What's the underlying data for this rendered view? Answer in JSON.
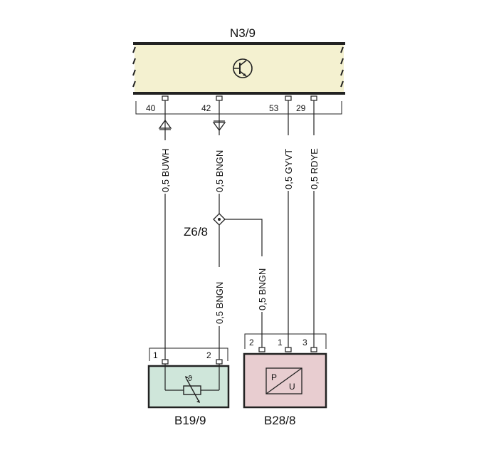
{
  "components": {
    "ecu": {
      "name": "N3/9",
      "fill": "#f4f1d0"
    },
    "temp_sensor": {
      "name": "B19/9",
      "fill": "#cfe6da"
    },
    "pressure_sensor": {
      "name": "B28/8",
      "fill": "#e8cdd0",
      "symbol_p": "P",
      "symbol_u": "U"
    },
    "splice": {
      "name": "Z6/8"
    }
  },
  "ecu_pins": {
    "p40": "40",
    "p42": "42",
    "p53": "53",
    "p29": "29"
  },
  "sensor_pins": {
    "b19_1": "1",
    "b19_2": "2",
    "b28_2": "2",
    "b28_1": "1",
    "b28_3": "3"
  },
  "wires": {
    "w40": "0,5 BUWH",
    "w42_top": "0,5 BNGN",
    "w42_bottom": "0,5 BNGN",
    "w_splice": "0,5 BNGN",
    "w53": "0,5 GYVT",
    "w29": "0,5 RDYE"
  },
  "misc": {
    "theta": "ϑ"
  },
  "colors": {
    "line": "#222222",
    "ecu": "#f4f1d0",
    "b19": "#cfe6da",
    "b28": "#e8cdd0"
  }
}
